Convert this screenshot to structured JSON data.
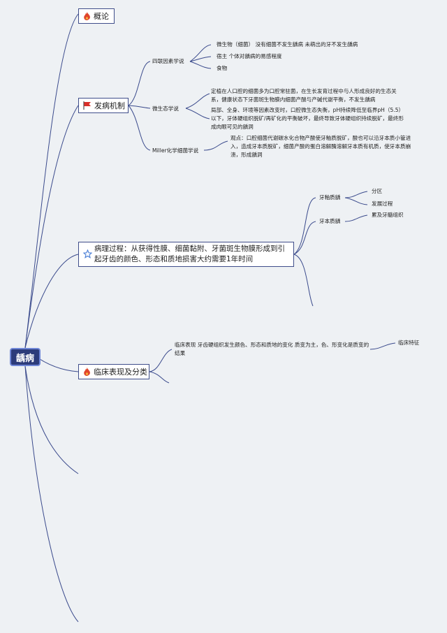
{
  "root": {
    "label": "龋病"
  },
  "branches": {
    "overview": {
      "label": "概论",
      "icon": "fire-icon"
    },
    "mechanism": {
      "label": "发病机制",
      "icon": "flag-icon",
      "four_factor": {
        "label": "四联因素学说",
        "items": [
          "微生物（细菌） 没有细菌不发生龋病 未萌出的牙不发生龋病",
          "宿主 个体对龋病的易感程度",
          "食物"
        ]
      },
      "ecology": {
        "label": "微生态学说",
        "items": [
          "定植在人口腔的细菌多为口腔常驻菌，在生长发育过程中与人形成良好的生态关系，健康状态下牙菌斑生物膜内细菌产酸与产碱代谢平衡，不发生龋病",
          "局部、全身、环境等因素改变时，口腔微生态失衡，pH持续降低至临界pH（5.5）以下，牙体硬组织脱矿/再矿化的平衡破坏，最终导致牙体硬组织持续脱矿，最终形成肉眼可见的龋洞"
        ]
      },
      "miller": {
        "label": "Miller化学细菌学说",
        "items": [
          "观点：口腔细菌代谢碳水化合物产酸使牙釉质脱矿，酸也可以沿牙本质小管进入，造成牙本质脱矿，细菌产酸的蛋白溶解酶溶解牙本质有机质，使牙本质崩溃，形成龋洞"
        ]
      }
    },
    "pathology": {
      "label": "病理过程：从获得性膜、细菌黏附、牙菌斑生物膜形成到引起牙齿的颜色、形态和质地损害大约需要1年时间",
      "icon": "star-icon",
      "enamel": {
        "label": "牙釉质龋",
        "items": [
          "分区",
          "发展过程"
        ]
      },
      "dentin": {
        "label": "牙本质龋",
        "items": [
          "累及牙髓组织"
        ]
      }
    },
    "clinical": {
      "label": "临床表现及分类",
      "icon": "fire-icon",
      "desc": "临床表现 牙齿硬组织发生颜色、形态和质地的变化 质变为主，色、形变化是质变的结果",
      "feature": "临床特征"
    }
  },
  "colors": {
    "line": "#3a4a8c",
    "root_bg": "#2c3b7a",
    "fire": "#e0452b",
    "flag": "#d9302a",
    "star": "#4a7fd6"
  }
}
